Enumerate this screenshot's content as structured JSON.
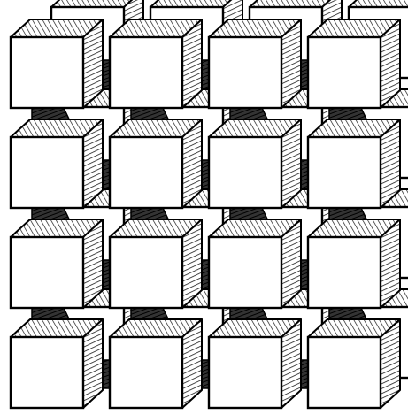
{
  "illustration": {
    "subject": "cube-lattice",
    "grid_rows": 4,
    "grid_cols": 4,
    "layers": 2,
    "colors": {
      "background": "#ffffff",
      "face": "#ffffff",
      "ink": "#000000",
      "hatch": "#1a1a1a"
    }
  }
}
